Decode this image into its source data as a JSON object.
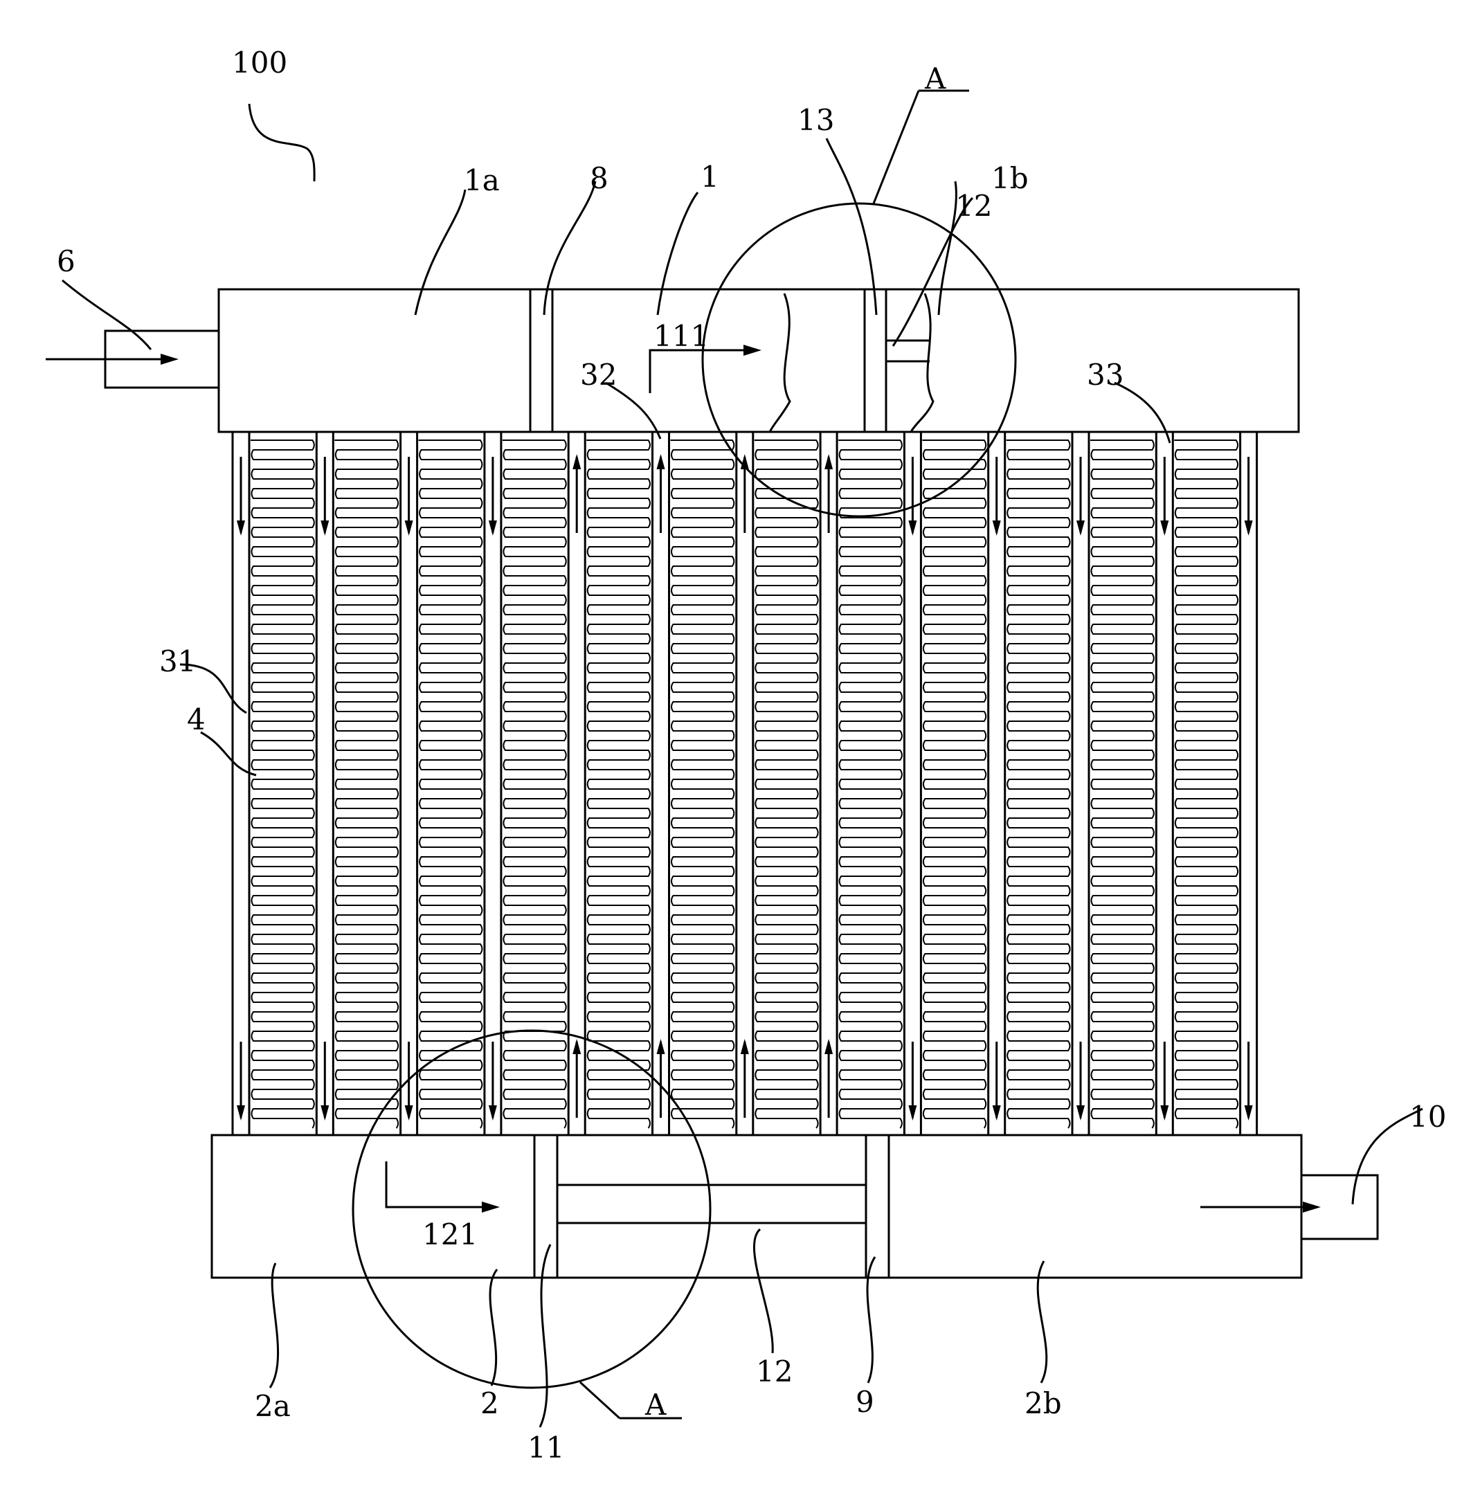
{
  "labels": {
    "l100": "100",
    "l1a": "1a",
    "l8": "8",
    "l1": "1",
    "l13": "13",
    "lA_top": "A",
    "l12_top": "12",
    "l1b": "1b",
    "l6": "6",
    "l111": "111",
    "l32": "32",
    "l33": "33",
    "l31": "31",
    "l4": "4",
    "l10": "10",
    "l121": "121",
    "l2a": "2a",
    "l2": "2",
    "l11": "11",
    "l12_bot": "12",
    "l9": "9",
    "l2b": "2b",
    "lA_bot": "A"
  },
  "flow_directions": [
    "down",
    "down",
    "down",
    "down",
    "up",
    "up",
    "up",
    "up",
    "down",
    "down",
    "down",
    "down",
    "down"
  ]
}
